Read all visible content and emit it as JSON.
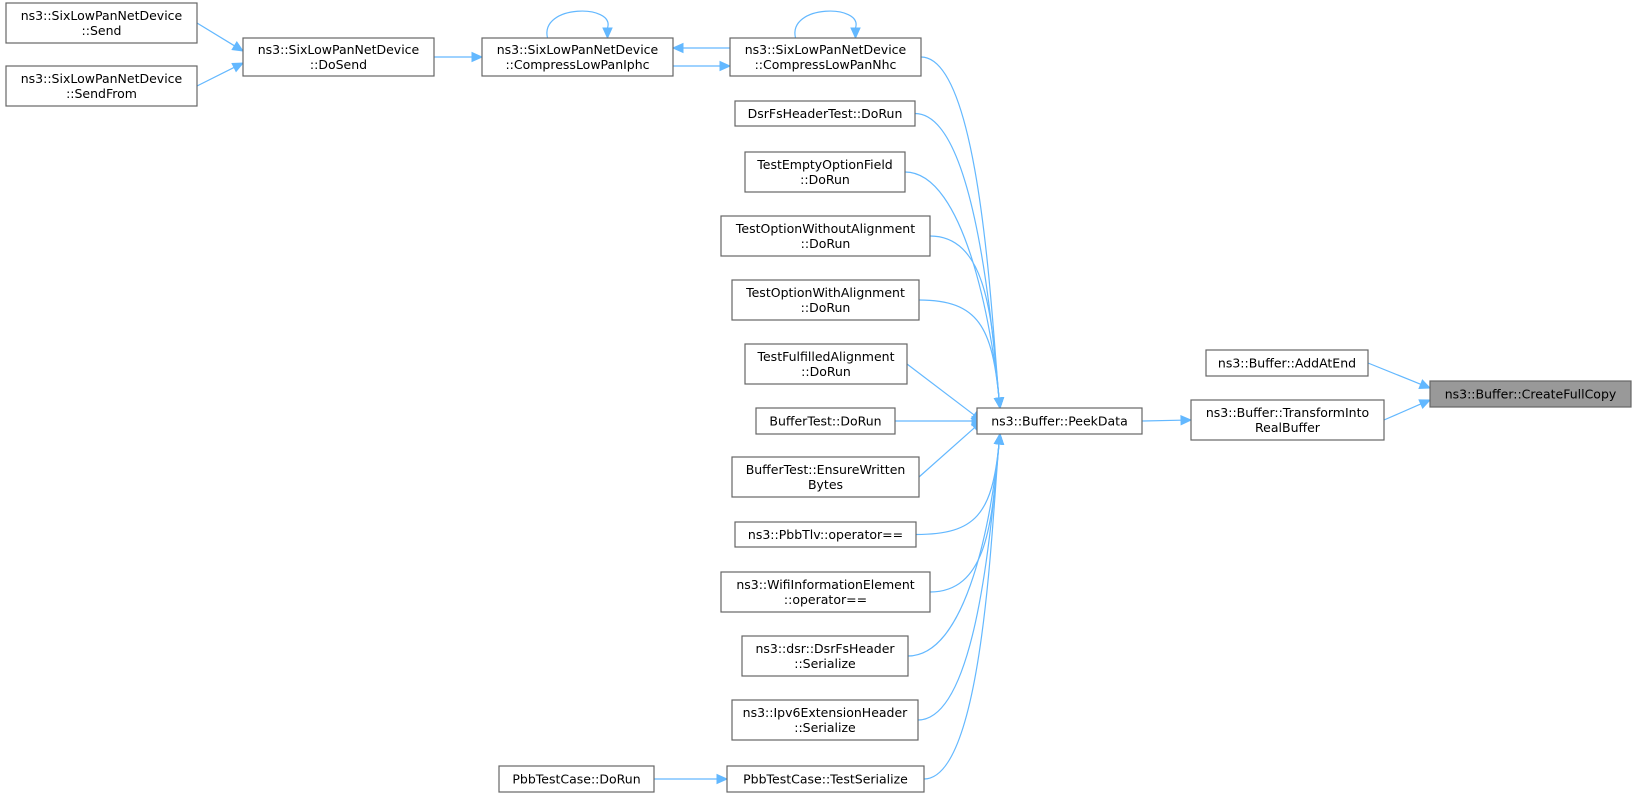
{
  "graph": {
    "colors": {
      "edge": "#63b8ff",
      "node_border": "#666666",
      "highlight_fill": "#999999"
    },
    "nodes": [
      {
        "id": "send",
        "lines": [
          "ns3::SixLowPanNetDevice",
          "::Send"
        ]
      },
      {
        "id": "sendfrom",
        "lines": [
          "ns3::SixLowPanNetDevice",
          "::SendFrom"
        ]
      },
      {
        "id": "dosend",
        "lines": [
          "ns3::SixLowPanNetDevice",
          "::DoSend"
        ]
      },
      {
        "id": "iphc",
        "lines": [
          "ns3::SixLowPanNetDevice",
          "::CompressLowPanIphc"
        ]
      },
      {
        "id": "nhc",
        "lines": [
          "ns3::SixLowPanNetDevice",
          "::CompressLowPanNhc"
        ]
      },
      {
        "id": "dsrtest",
        "lines": [
          "DsrFsHeaderTest::DoRun"
        ]
      },
      {
        "id": "emptyopt",
        "lines": [
          "TestEmptyOptionField",
          "::DoRun"
        ]
      },
      {
        "id": "optwithout",
        "lines": [
          "TestOptionWithoutAlignment",
          "::DoRun"
        ]
      },
      {
        "id": "optwith",
        "lines": [
          "TestOptionWithAlignment",
          "::DoRun"
        ]
      },
      {
        "id": "fulfilled",
        "lines": [
          "TestFulfilledAlignment",
          "::DoRun"
        ]
      },
      {
        "id": "buffertest",
        "lines": [
          "BufferTest::DoRun"
        ]
      },
      {
        "id": "ensure",
        "lines": [
          "BufferTest::EnsureWritten",
          "Bytes"
        ]
      },
      {
        "id": "pbbtlv",
        "lines": [
          "ns3::PbbTlv::operator=="
        ]
      },
      {
        "id": "wifiie",
        "lines": [
          "ns3::WifiInformationElement",
          "::operator=="
        ]
      },
      {
        "id": "dsrser",
        "lines": [
          "ns3::dsr::DsrFsHeader",
          "::Serialize"
        ]
      },
      {
        "id": "ipv6ser",
        "lines": [
          "ns3::Ipv6ExtensionHeader",
          "::Serialize"
        ]
      },
      {
        "id": "pbbdorun",
        "lines": [
          "PbbTestCase::DoRun"
        ]
      },
      {
        "id": "pbbser",
        "lines": [
          "PbbTestCase::TestSerialize"
        ]
      },
      {
        "id": "peek",
        "lines": [
          "ns3::Buffer::PeekData"
        ]
      },
      {
        "id": "addatend",
        "lines": [
          "ns3::Buffer::AddAtEnd"
        ]
      },
      {
        "id": "transform",
        "lines": [
          "ns3::Buffer::TransformInto",
          "RealBuffer"
        ]
      },
      {
        "id": "createfullcopy",
        "lines": [
          "ns3::Buffer::CreateFullCopy"
        ],
        "highlight": true
      }
    ],
    "edges": [
      {
        "from": "send",
        "to": "dosend"
      },
      {
        "from": "sendfrom",
        "to": "dosend"
      },
      {
        "from": "dosend",
        "to": "iphc"
      },
      {
        "from": "iphc",
        "to": "iphc"
      },
      {
        "from": "iphc",
        "to": "nhc"
      },
      {
        "from": "nhc",
        "to": "iphc"
      },
      {
        "from": "nhc",
        "to": "nhc"
      },
      {
        "from": "nhc",
        "to": "peek"
      },
      {
        "from": "dsrtest",
        "to": "peek"
      },
      {
        "from": "emptyopt",
        "to": "peek"
      },
      {
        "from": "optwithout",
        "to": "peek"
      },
      {
        "from": "optwith",
        "to": "peek"
      },
      {
        "from": "fulfilled",
        "to": "peek"
      },
      {
        "from": "buffertest",
        "to": "peek"
      },
      {
        "from": "ensure",
        "to": "peek"
      },
      {
        "from": "pbbtlv",
        "to": "peek"
      },
      {
        "from": "wifiie",
        "to": "peek"
      },
      {
        "from": "dsrser",
        "to": "peek"
      },
      {
        "from": "ipv6ser",
        "to": "peek"
      },
      {
        "from": "pbbser",
        "to": "peek"
      },
      {
        "from": "pbbdorun",
        "to": "pbbser"
      },
      {
        "from": "peek",
        "to": "transform"
      },
      {
        "from": "addatend",
        "to": "createfullcopy"
      },
      {
        "from": "transform",
        "to": "createfullcopy"
      }
    ]
  }
}
